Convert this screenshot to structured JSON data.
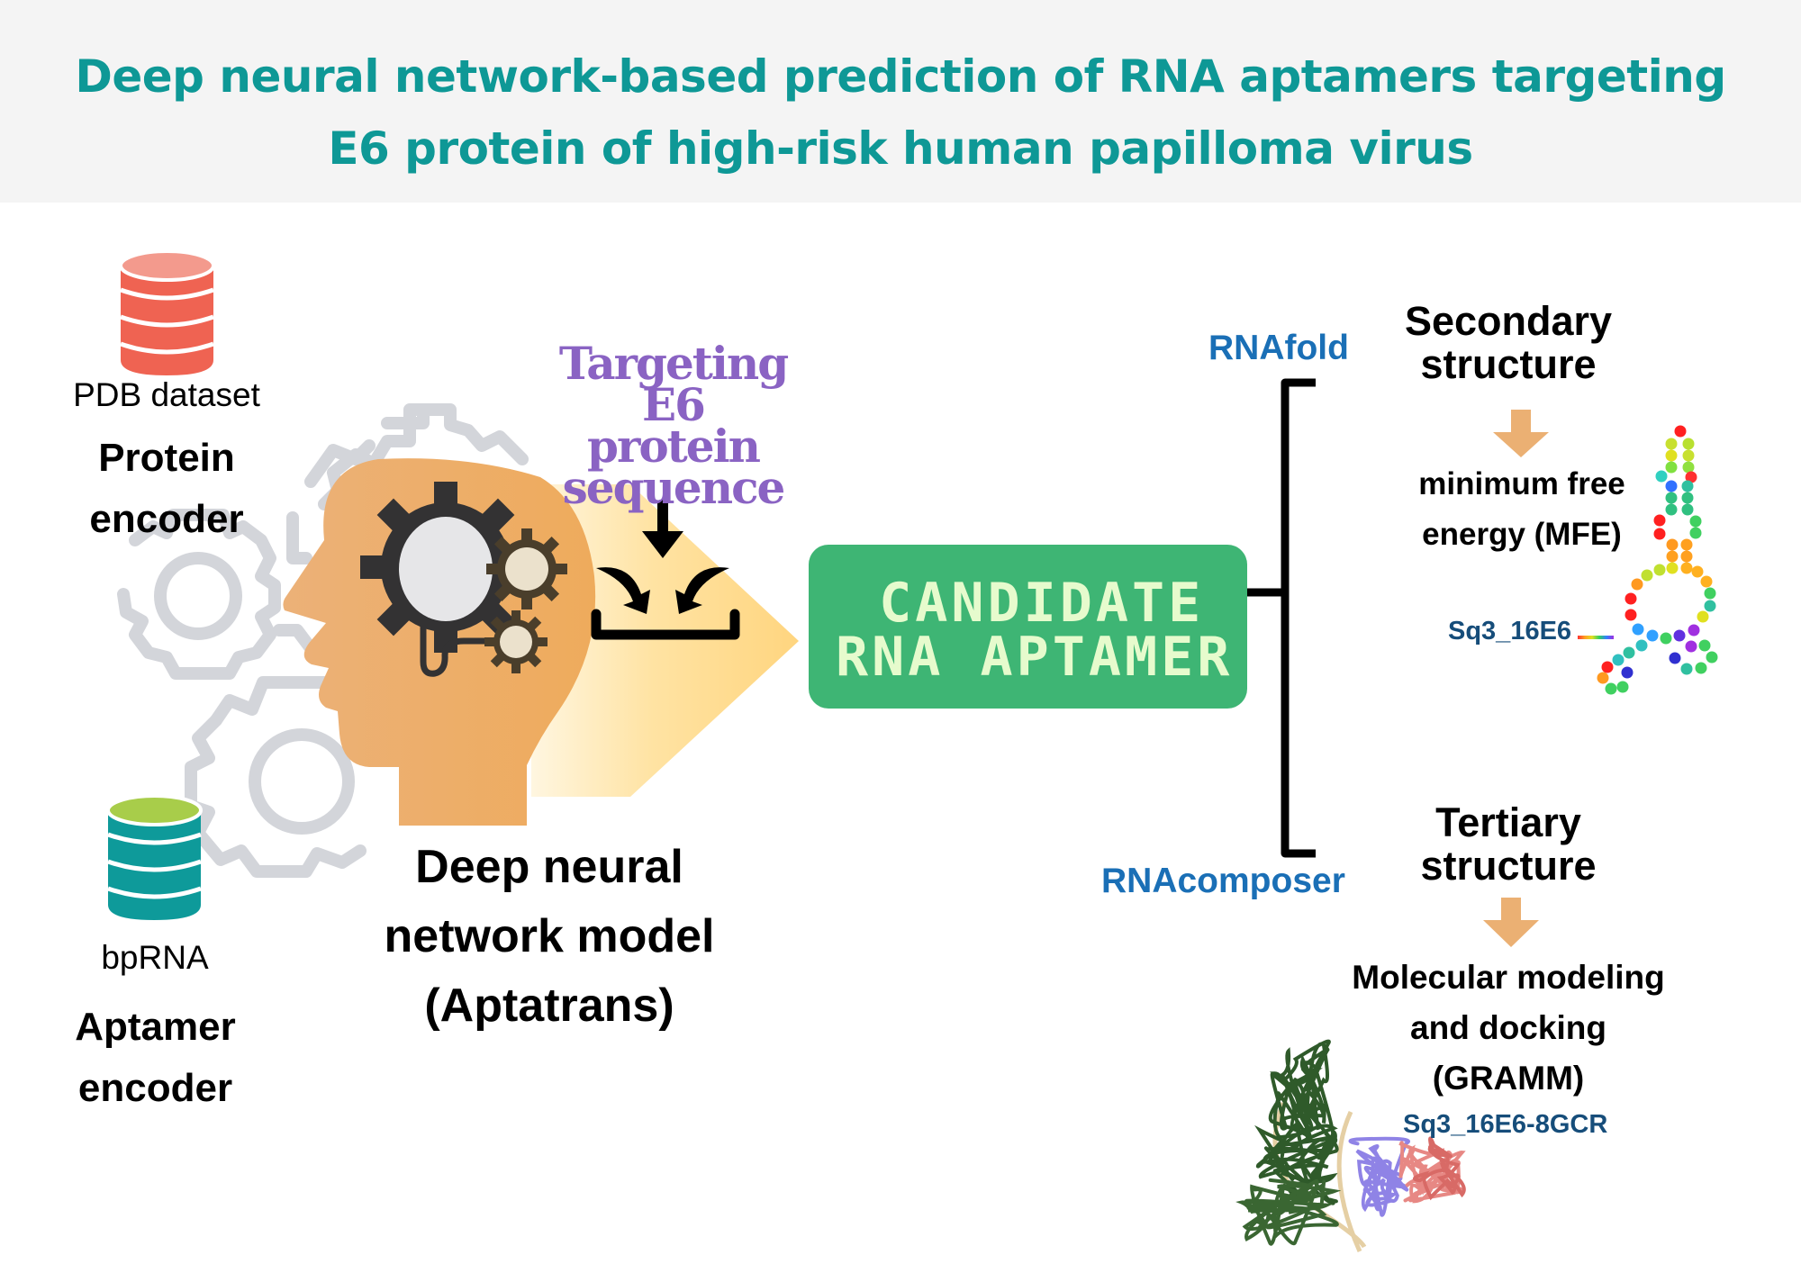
{
  "header": {
    "title_lines": [
      "Deep neural network-based prediction of RNA aptamers targeting",
      "E6 protein of high-risk human papilloma virus"
    ]
  },
  "protein_encoder": {
    "dataset": "PDB dataset",
    "label_lines": [
      "Protein",
      "encoder"
    ]
  },
  "aptamer_encoder": {
    "dataset": "bpRNA",
    "label_lines": [
      "Aptamer",
      "encoder"
    ]
  },
  "model": {
    "label_lines": [
      "Deep neural",
      "network model",
      "(Aptatrans)"
    ]
  },
  "target": {
    "label_lines": [
      "Targeting",
      "E6 protein",
      "sequence"
    ]
  },
  "candidate": {
    "lines": [
      " CANDIDATE",
      "RNA APTAMER"
    ]
  },
  "secondary": {
    "tool": "RNAfold",
    "title_lines": [
      "Secondary",
      "structure"
    ],
    "result_lines": [
      "minimum free",
      "energy (MFE)"
    ],
    "structure_label": "Sq3_16E6"
  },
  "tertiary": {
    "tool": "RNAcomposer",
    "title_lines": [
      "Tertiary",
      "structure"
    ],
    "result_lines": [
      "Molecular modeling",
      "and docking",
      "(GRAMM)"
    ],
    "structure_label": "Sq3_16E6-8GCR"
  },
  "colors": {
    "title": "#0e9896",
    "candidate_bg": "#3eb574",
    "candidate_text": "#e6fbcd",
    "tool_text": "#1a6fb6",
    "target_text": "#8a63c3",
    "head": "#ebb073",
    "down_arrow": "#ebb073"
  }
}
